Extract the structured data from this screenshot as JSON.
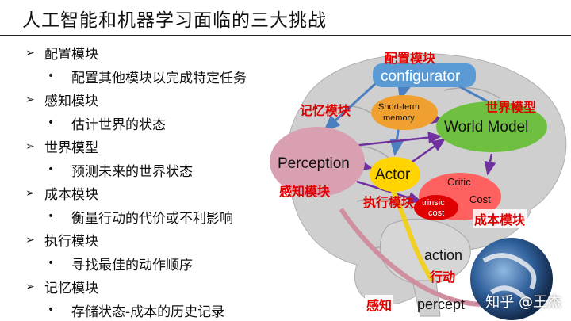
{
  "slide": {
    "title": "人工智能和机器学习面临的三大挑战",
    "bullets": [
      {
        "heading": "配置模块",
        "detail": "配置其他模块以完成特定任务"
      },
      {
        "heading": "感知模块",
        "detail": "估计世界的状态"
      },
      {
        "heading": "世界模型",
        "detail": "预测未来的世界状态"
      },
      {
        "heading": "成本模块",
        "detail": "衡量行动的代价或不利影响"
      },
      {
        "heading": "执行模块",
        "detail": "寻找最佳的动作顺序"
      },
      {
        "heading": "记忆模块",
        "detail": "存储状态-成本的历史记录"
      }
    ]
  },
  "diagram": {
    "configurator": "configurator",
    "short_term_memory_1": "Short-term",
    "short_term_memory_2": "memory",
    "world_model": "World Model",
    "perception": "Perception",
    "actor": "Actor",
    "critic": "Critic",
    "intrinsic_cost_1": "trinsic",
    "intrinsic_cost_2": "cost",
    "cost": "Cost",
    "action": "action",
    "percept": "percept",
    "cn_config": "配置模块",
    "cn_memory": "记忆模块",
    "cn_world": "世界模型",
    "cn_perception": "感知模块",
    "cn_actor": "执行模块",
    "cn_cost": "成本模块",
    "cn_action": "行动",
    "cn_percept": "感知"
  },
  "colors": {
    "configurator": "#5b9bd5",
    "memory": "#f0a030",
    "world_model": "#6fc040",
    "perception": "#d8a0b0",
    "actor": "#ffd400",
    "critic": "#ff6060",
    "intrinsic": "#e00000",
    "label_red": "#e00000",
    "arrow_purple": "#7030a0",
    "arrow_blue": "#4a7fc0"
  },
  "watermark": "知乎 @王杰"
}
